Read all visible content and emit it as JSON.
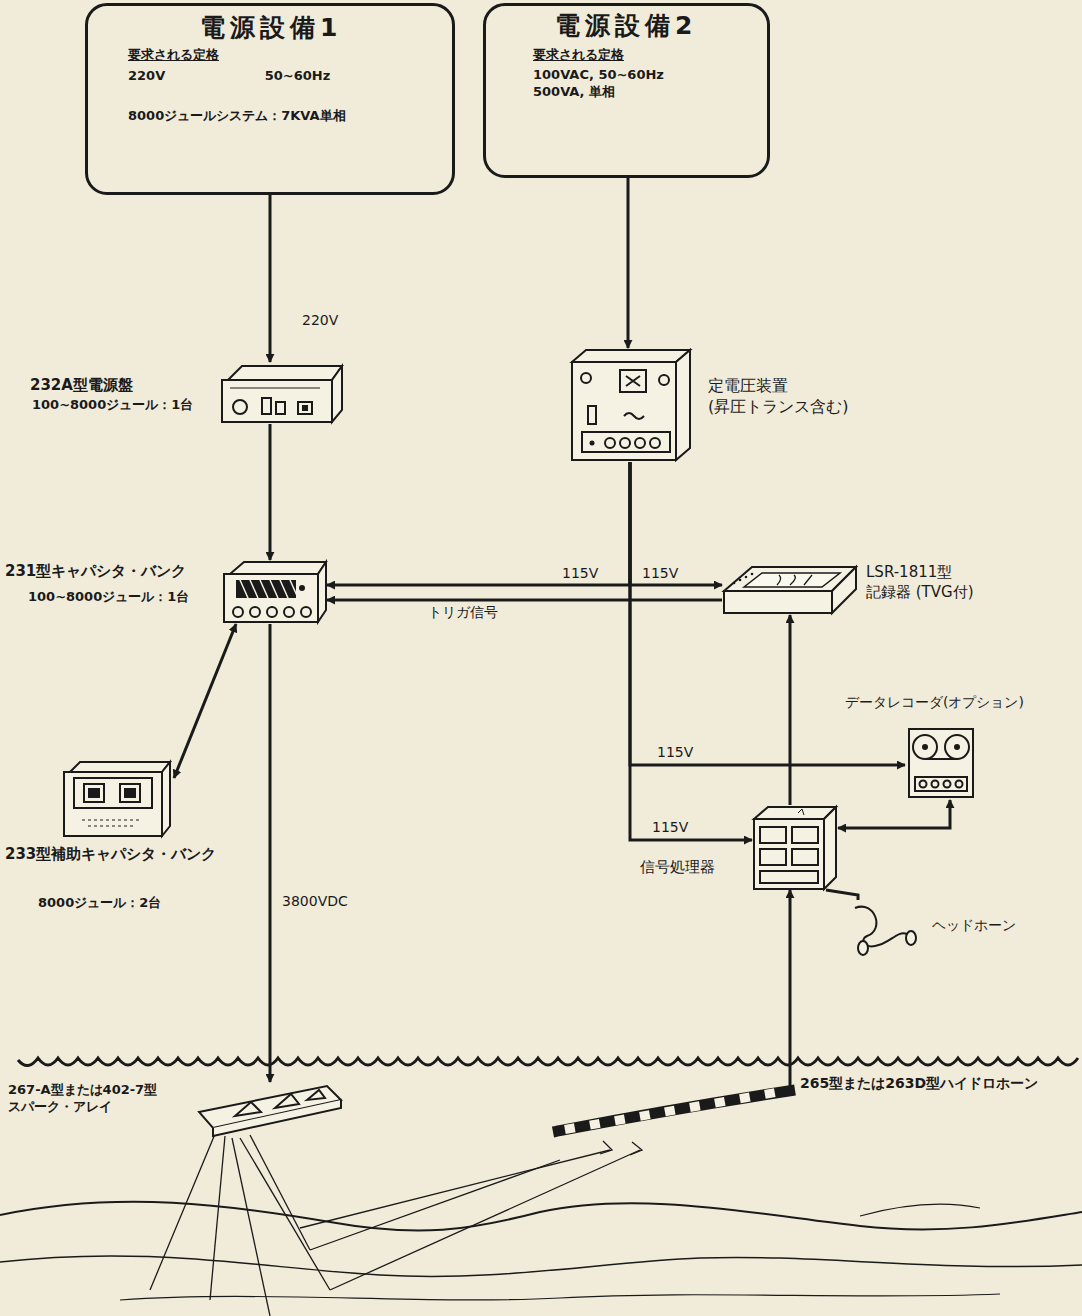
{
  "diagram": {
    "nodes": [
      {
        "text": [
          "電源設備1",
          "要求される定格",
          "220V 50~60Hz",
          "8000ジュールシステム：7KVA単相"
        ]
      },
      {
        "text": [
          "電源設備2",
          "要求される定格",
          "100VAC, 50~60Hz 500VA, 単相"
        ]
      },
      {
        "text": [
          "232A型電源盤",
          "100~8000ジュール：1台"
        ]
      },
      {
        "text": [
          "定電圧装置 (昇圧トランス含む)"
        ]
      },
      {
        "text": [
          "231型キャパシタ・バンク",
          "100~8000ジュール：1台"
        ]
      },
      {
        "text": [
          "LSR-1811型 記録器 (TVG付)"
        ]
      },
      {
        "text": [
          "233型補助キャパシタ・バンク",
          "8000ジュール：2台"
        ]
      },
      {
        "text": [
          "データレコーダ(オプション)"
        ]
      },
      {
        "text": [
          "信号処理器"
        ]
      },
      {
        "text": [
          "ヘッドホーン"
        ]
      },
      {
        "text": [
          "267-A型または402-7型 スパーク・アレイ"
        ]
      },
      {
        "text": [
          "265型または263D型ハイドロホーン"
        ]
      }
    ],
    "edges": [
      {
        "from": 0,
        "to": 2,
        "label": "220V",
        "arrow": "to"
      },
      {
        "from": 2,
        "to": 4,
        "arrow": "to"
      },
      {
        "from": 3,
        "to": 4,
        "label": "115V",
        "arrow": "to"
      },
      {
        "from": 3,
        "to": 5,
        "label": "115V",
        "arrow": "to"
      },
      {
        "from": 5,
        "to": 4,
        "label": "トリガ信号",
        "arrow": "to"
      },
      {
        "from": 1,
        "to": 3,
        "arrow": "to"
      },
      {
        "from": 4,
        "to": 6,
        "arrow": "both"
      },
      {
        "from": 4,
        "to": 10,
        "label": "3800VDC",
        "arrow": "to"
      },
      {
        "from": 3,
        "to": 7,
        "label": "115V",
        "arrow": "to"
      },
      {
        "from": 3,
        "to": 8,
        "label": "115V",
        "arrow": "to"
      },
      {
        "from": 8,
        "to": 5,
        "arrow": "to"
      },
      {
        "from": 8,
        "to": 7,
        "arrow": "both"
      },
      {
        "from": 9,
        "to": 8,
        "arrow": "none"
      },
      {
        "from": 11,
        "to": 8,
        "arrow": "to"
      }
    ]
  }
}
